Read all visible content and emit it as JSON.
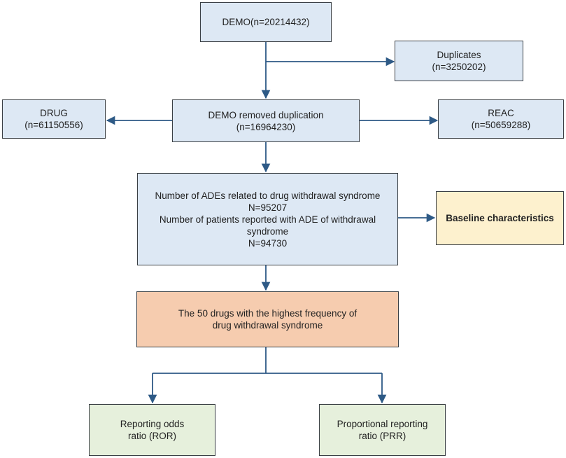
{
  "boxes": {
    "demo": {
      "lines": [
        "DEMO(n=20214432)"
      ]
    },
    "duplicates": {
      "lines": [
        "Duplicates",
        "(n=3250202)"
      ]
    },
    "drug": {
      "lines": [
        "DRUG",
        "(n=61150556)"
      ]
    },
    "demo_dedup": {
      "lines": [
        "DEMO removed duplication",
        "(n=16964230)"
      ]
    },
    "reac": {
      "lines": [
        "REAC",
        "(n=50659288)"
      ]
    },
    "ades": {
      "lines": [
        "Number of ADEs related to drug withdrawal syndrome",
        "N=95207",
        "Number of patients reported with ADE of withdrawal",
        "syndrome",
        "N=94730"
      ]
    },
    "baseline": {
      "lines": [
        "Baseline characteristics"
      ]
    },
    "top50": {
      "lines": [
        "The 50 drugs with the highest frequency of",
        "drug withdrawal syndrome"
      ]
    },
    "ror": {
      "lines": [
        "Reporting odds",
        "ratio  (ROR)"
      ]
    },
    "prr": {
      "lines": [
        "Proportional reporting",
        "ratio  (PRR)"
      ]
    }
  },
  "colors": {
    "blue_fill": "#dde8f4",
    "orange_fill": "#f6ccaf",
    "yellow_fill": "#fdf1ce",
    "green_fill": "#e6f0dc",
    "arrow": "#2e5a86",
    "border": "#3a3f44"
  }
}
